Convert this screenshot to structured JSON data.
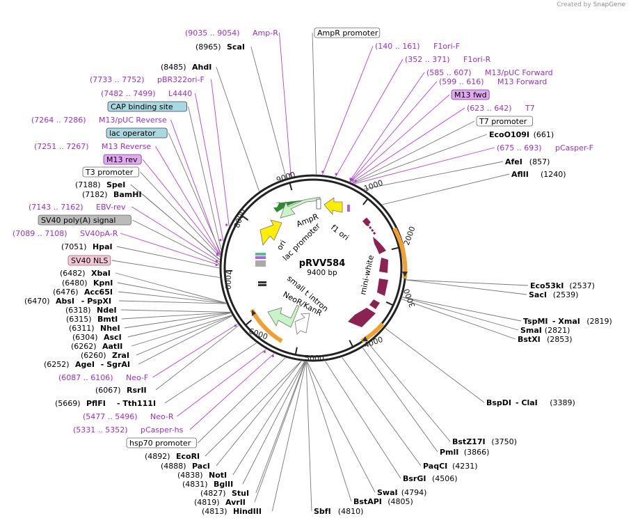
{
  "credit": {
    "prefix": "Created by",
    "brand": "SnapGene"
  },
  "plasmid": {
    "name": "pRVV584",
    "size": "9400 bp"
  },
  "ticks": [
    "1000",
    "2000",
    "3000",
    "4000",
    "5000",
    "6000",
    "7000",
    "8000",
    "9000"
  ],
  "features": {
    "ampr": "AmpR",
    "ampr_promoter": "AmpR promoter",
    "f1ori": "f1 ori",
    "ori": "ori",
    "lac_promoter": "lac promoter",
    "mini_white": "mini-white",
    "small_t": "small t intron",
    "neor": "NeoR/KanR"
  },
  "labels": [
    {
      "id": "amp-r",
      "pos": "(9035 .. 9054)",
      "name": "Amp-R",
      "style": "primer"
    },
    {
      "id": "scai",
      "pos": "(8965)",
      "name": "ScaI",
      "style": "site"
    },
    {
      "id": "ahdi",
      "pos": "(8485)",
      "name": "AhdI",
      "style": "site"
    },
    {
      "id": "pbr322ori-f",
      "pos": "(7733 .. 7752)",
      "name": "pBR322ori-F",
      "style": "primer"
    },
    {
      "id": "l4440",
      "pos": "(7482 .. 7499)",
      "name": "L4440",
      "style": "primer"
    },
    {
      "id": "cap",
      "name": "CAP binding site",
      "style": "box-blue"
    },
    {
      "id": "m13puc-rev",
      "pos": "(7264 .. 7286)",
      "name": "M13/pUC Reverse",
      "style": "primer"
    },
    {
      "id": "lac-op",
      "name": "lac operator",
      "style": "box-blue"
    },
    {
      "id": "m13-reverse",
      "pos": "(7251 .. 7267)",
      "name": "M13 Reverse",
      "style": "primer"
    },
    {
      "id": "m13rev",
      "name": "M13 rev",
      "style": "box-purple"
    },
    {
      "id": "t3",
      "name": "T3 promoter",
      "style": "box-white"
    },
    {
      "id": "spei",
      "pos": "(7188)",
      "name": "SpeI",
      "style": "site"
    },
    {
      "id": "bamhi",
      "pos": "(7182)",
      "name": "BamHI",
      "style": "site"
    },
    {
      "id": "ebv-rev",
      "pos": "(7143 .. 7162)",
      "name": "EBV-rev",
      "style": "primer"
    },
    {
      "id": "sv40polya",
      "name": "SV40 poly(A) signal",
      "style": "box-gray"
    },
    {
      "id": "sv40pa-r",
      "pos": "(7089 .. 7108)",
      "name": "SV40pA-R",
      "style": "primer"
    },
    {
      "id": "hpai",
      "pos": "(7051)",
      "name": "HpaI",
      "style": "site"
    },
    {
      "id": "sv40nls",
      "name": "SV40 NLS",
      "style": "box-pink"
    },
    {
      "id": "xbai",
      "pos": "(6482)",
      "name": "XbaI",
      "style": "site"
    },
    {
      "id": "kpni",
      "pos": "(6480)",
      "name": "KpnI",
      "style": "site"
    },
    {
      "id": "acc65i",
      "pos": "(6476)",
      "name": "Acc65I",
      "style": "site"
    },
    {
      "id": "absi",
      "pos": "(6470)",
      "name": "AbsI",
      "extra": "PspXI",
      "style": "site"
    },
    {
      "id": "ndei",
      "pos": "(6318)",
      "name": "NdeI",
      "style": "site"
    },
    {
      "id": "bmti",
      "pos": "(6315)",
      "name": "BmtI",
      "style": "site"
    },
    {
      "id": "nhei",
      "pos": "(6311)",
      "name": "NheI",
      "style": "site"
    },
    {
      "id": "asci",
      "pos": "(6304)",
      "name": "AscI",
      "style": "site"
    },
    {
      "id": "aatii",
      "pos": "(6262)",
      "name": "AatII",
      "style": "site"
    },
    {
      "id": "zrai",
      "pos": "(6260)",
      "name": "ZraI",
      "style": "site"
    },
    {
      "id": "agei",
      "pos": "(6252)",
      "name": "AgeI",
      "extra": "SgrAI",
      "style": "site"
    },
    {
      "id": "neo-f",
      "pos": "(6087 .. 6106)",
      "name": "Neo-F",
      "style": "primer"
    },
    {
      "id": "rsrii",
      "pos": "(6067)",
      "name": "RsrII",
      "style": "site"
    },
    {
      "id": "pflfi",
      "pos": "(5669)",
      "name": "PflFI",
      "extra": "Tth111I",
      "style": "site"
    },
    {
      "id": "neo-r",
      "pos": "(5477 .. 5496)",
      "name": "Neo-R",
      "style": "primer"
    },
    {
      "id": "pcasper-hs",
      "pos": "(5331 .. 5352)",
      "name": "pCasper-hs",
      "style": "primer"
    },
    {
      "id": "hsp70",
      "name": "hsp70 promoter",
      "style": "box-white"
    },
    {
      "id": "ecori",
      "pos": "(4892)",
      "name": "EcoRI",
      "style": "site"
    },
    {
      "id": "paci",
      "pos": "(4888)",
      "name": "PacI",
      "style": "site"
    },
    {
      "id": "noti",
      "pos": "(4838)",
      "name": "NotI",
      "style": "site"
    },
    {
      "id": "bglii",
      "pos": "(4831)",
      "name": "BglII",
      "style": "site"
    },
    {
      "id": "stui",
      "pos": "(4827)",
      "name": "StuI",
      "style": "site"
    },
    {
      "id": "avrii",
      "pos": "(4819)",
      "name": "AvrII",
      "style": "site"
    },
    {
      "id": "hindiii",
      "pos": "(4813)",
      "name": "HindIII",
      "style": "site"
    },
    {
      "id": "sbfi",
      "pos": "(4810)",
      "name": "SbfI",
      "style": "site"
    },
    {
      "id": "bstapi",
      "pos": "(4805)",
      "name": "BstAPI",
      "style": "site"
    },
    {
      "id": "swai",
      "pos": "(4794)",
      "name": "SwaI",
      "style": "site"
    },
    {
      "id": "bsrgi",
      "pos": "(4506)",
      "name": "BsrGI",
      "style": "site"
    },
    {
      "id": "paqci",
      "pos": "(4231)",
      "name": "PaqCI",
      "style": "site"
    },
    {
      "id": "pmli",
      "pos": "(3866)",
      "name": "PmlI",
      "style": "site"
    },
    {
      "id": "bstz17i",
      "pos": "(3750)",
      "name": "BstZ17I",
      "style": "site"
    },
    {
      "id": "bspdi",
      "pos": "(3389)",
      "name": "BspDI",
      "extra": "ClaI",
      "style": "site"
    },
    {
      "id": "bstxi",
      "pos": "(2853)",
      "name": "BstXI",
      "style": "site"
    },
    {
      "id": "smai",
      "pos": "(2821)",
      "name": "SmaI",
      "style": "site"
    },
    {
      "id": "tspmi",
      "pos": "(2819)",
      "name": "TspMI",
      "extra": "XmaI",
      "style": "site"
    },
    {
      "id": "saci",
      "pos": "(2539)",
      "name": "SacI",
      "style": "site"
    },
    {
      "id": "eco53ki",
      "pos": "(2537)",
      "name": "Eco53kI",
      "style": "site"
    },
    {
      "id": "aflii",
      "pos": "(1240)",
      "name": "AflII",
      "style": "site"
    },
    {
      "id": "afei",
      "pos": "(857)",
      "name": "AfeI",
      "style": "site"
    },
    {
      "id": "pcasper-f",
      "pos": "(675 .. 693)",
      "name": "pCasper-F",
      "style": "primer"
    },
    {
      "id": "eco0109i",
      "pos": "(661)",
      "name": "EcoO109I",
      "style": "site"
    },
    {
      "id": "t7p",
      "name": "T7 promoter",
      "style": "box-white"
    },
    {
      "id": "t7",
      "pos": "(623 .. 642)",
      "name": "T7",
      "style": "primer"
    },
    {
      "id": "m13fwd",
      "name": "M13 fwd",
      "style": "box-purple"
    },
    {
      "id": "m13-forward",
      "pos": "(599 .. 616)",
      "name": "M13 Forward",
      "style": "primer"
    },
    {
      "id": "m13puc-fwd",
      "pos": "(585 .. 607)",
      "name": "M13/pUC Forward",
      "style": "primer"
    },
    {
      "id": "f1ori-r",
      "pos": "(352 .. 371)",
      "name": "F1ori-R",
      "style": "primer"
    },
    {
      "id": "f1ori-f",
      "pos": "(140 .. 161)",
      "name": "F1ori-F",
      "style": "primer"
    },
    {
      "id": "ampr-prom",
      "name": "AmpR promoter",
      "style": "box-white"
    }
  ],
  "colors": {
    "primer": "#9b30c8",
    "site": "#000000",
    "ampr": "#c8f5c8",
    "ori": "#ffee00",
    "mini_white": "#8b2252",
    "orange": "#f0a030",
    "neor": "#c8f5c8"
  }
}
